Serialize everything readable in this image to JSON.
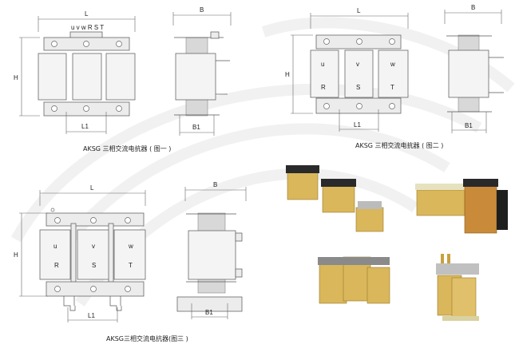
{
  "figures": [
    {
      "caption": "AKSG 三相交流电抗器 ( 图一 )",
      "dims": {
        "L": "L",
        "H": "H",
        "L1": "L1",
        "B": "B",
        "B1": "B1"
      },
      "terminals": "u v w R S T"
    },
    {
      "caption": "AKSG 三相交流电抗器 ( 图二 )",
      "dims": {
        "L": "L",
        "H": "H",
        "L1": "L1",
        "B": "B",
        "B1": "B1"
      },
      "phases": [
        {
          "top": "u",
          "bottom": "R"
        },
        {
          "top": "v",
          "bottom": "S"
        },
        {
          "top": "w",
          "bottom": "T"
        }
      ]
    },
    {
      "caption": "AKSG三相交流电抗器(图三 )",
      "dims": {
        "L": "L",
        "H": "H",
        "L1": "L1",
        "B": "B",
        "B1": "B1"
      },
      "phases": [
        {
          "top": "u",
          "bottom": "R"
        },
        {
          "top": "v",
          "bottom": "S"
        },
        {
          "top": "w",
          "bottom": "T"
        }
      ]
    }
  ],
  "colors": {
    "coil": "#d9b75a",
    "coil_dark": "#b8943a",
    "cover": "#2a2a2a",
    "line": "#555555"
  }
}
